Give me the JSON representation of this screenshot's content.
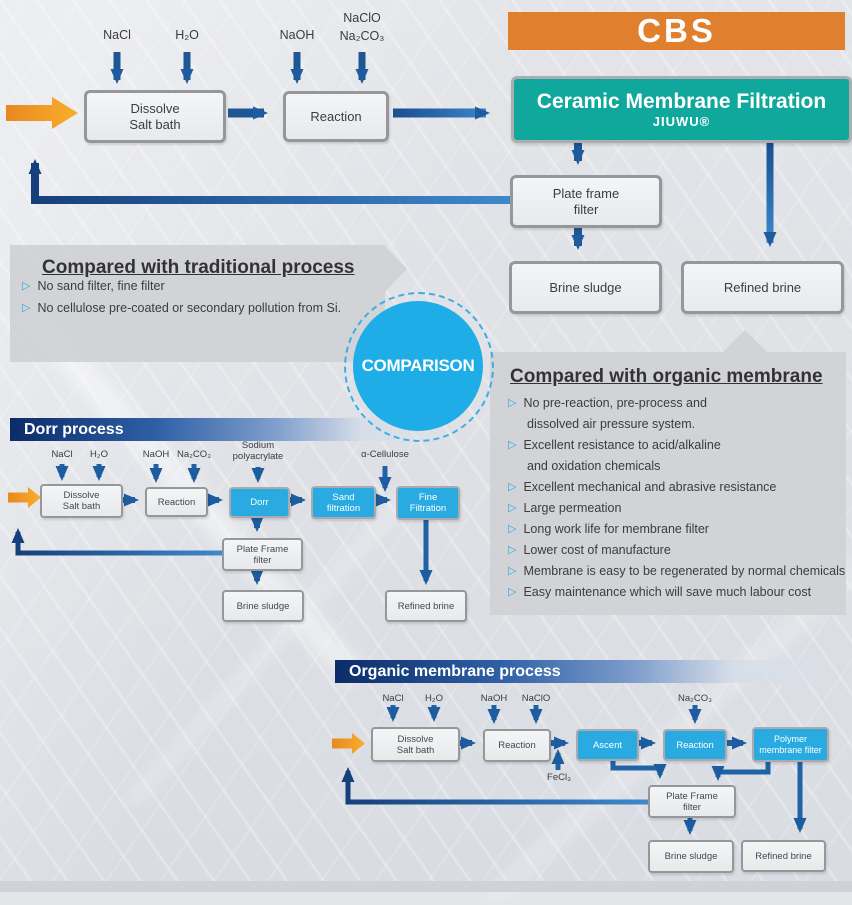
{
  "colors": {
    "accent_orange": "#E0802E",
    "teal": "#10A89C",
    "process_blue": "#29ABE2",
    "arrow_blue": "#2063A5",
    "comparison_blue": "#1FADE8"
  },
  "cbs": {
    "banner": "CBS",
    "inputs": {
      "nacl": "NaCl",
      "h2o": "H₂O",
      "naoh": "NaOH",
      "naclo": "NaClO",
      "na2co3": "Na₂CO₃"
    },
    "dissolve": {
      "line1": "Dissolve",
      "line2": "Salt bath"
    },
    "reaction": "Reaction",
    "ceramic": {
      "title": "Ceramic Membrane Filtration",
      "brand": "JIUWU®"
    },
    "plate": {
      "line1": "Plate frame",
      "line2": "filter"
    },
    "brine_sludge": "Brine sludge",
    "refined_brine": "Refined brine"
  },
  "traditional": {
    "heading": "Compared with traditional process",
    "bullets": [
      "No sand filter, fine filter",
      "No cellulose pre-coated or secondary pollution from Si."
    ]
  },
  "comparison_label": "COMPARISON",
  "organic_compare": {
    "heading": "Compared with organic membrane",
    "lines": [
      "No pre-reaction, pre-process and",
      "dissolved air pressure system.",
      "Excellent resistance to acid/alkaline",
      "and oxidation chemicals",
      "Excellent mechanical and abrasive resistance",
      "Large permeation",
      "Long work life for membrane filter",
      "Lower cost of manufacture",
      "Membrane is easy to be regenerated by normal chemicals",
      "Easy maintenance which will save much labour cost"
    ]
  },
  "dorr": {
    "title": "Dorr process",
    "inputs": {
      "nacl": "NaCl",
      "h2o": "H₂O",
      "naoh": "NaOH",
      "na2co3": "Na₂CO₃",
      "sodium_poly1": "Sodium",
      "sodium_poly2": "polyacrylate",
      "cellulose": "α-Cellulose"
    },
    "dissolve": {
      "line1": "Dissolve",
      "line2": "Salt bath"
    },
    "reaction": "Reaction",
    "dorr_box": "Dorr",
    "sand": {
      "line1": "Sand",
      "line2": "filtration"
    },
    "fine": {
      "line1": "Fine",
      "line2": "Filtration"
    },
    "plate": {
      "line1": "Plate Frame",
      "line2": "filter"
    },
    "brine_sludge": "Brine sludge",
    "refined_brine": "Refined brine"
  },
  "organic": {
    "title": "Organic  membrane process",
    "inputs": {
      "nacl": "NaCl",
      "h2o": "H₂O",
      "naoh": "NaOH",
      "naclo": "NaClO",
      "na2co3": "Na₂CO₃",
      "fecl3": "FeCl₃"
    },
    "dissolve": {
      "line1": "Dissolve",
      "line2": "Salt bath"
    },
    "reaction1": "Reaction",
    "ascent": "Ascent",
    "reaction2": "Reaction",
    "polymer": {
      "line1": "Polymer",
      "line2": "membrane filter"
    },
    "plate": {
      "line1": "Plate Frame",
      "line2": "filter"
    },
    "brine_sludge": "Brine sludge",
    "refined_brine": "Refined brine"
  }
}
